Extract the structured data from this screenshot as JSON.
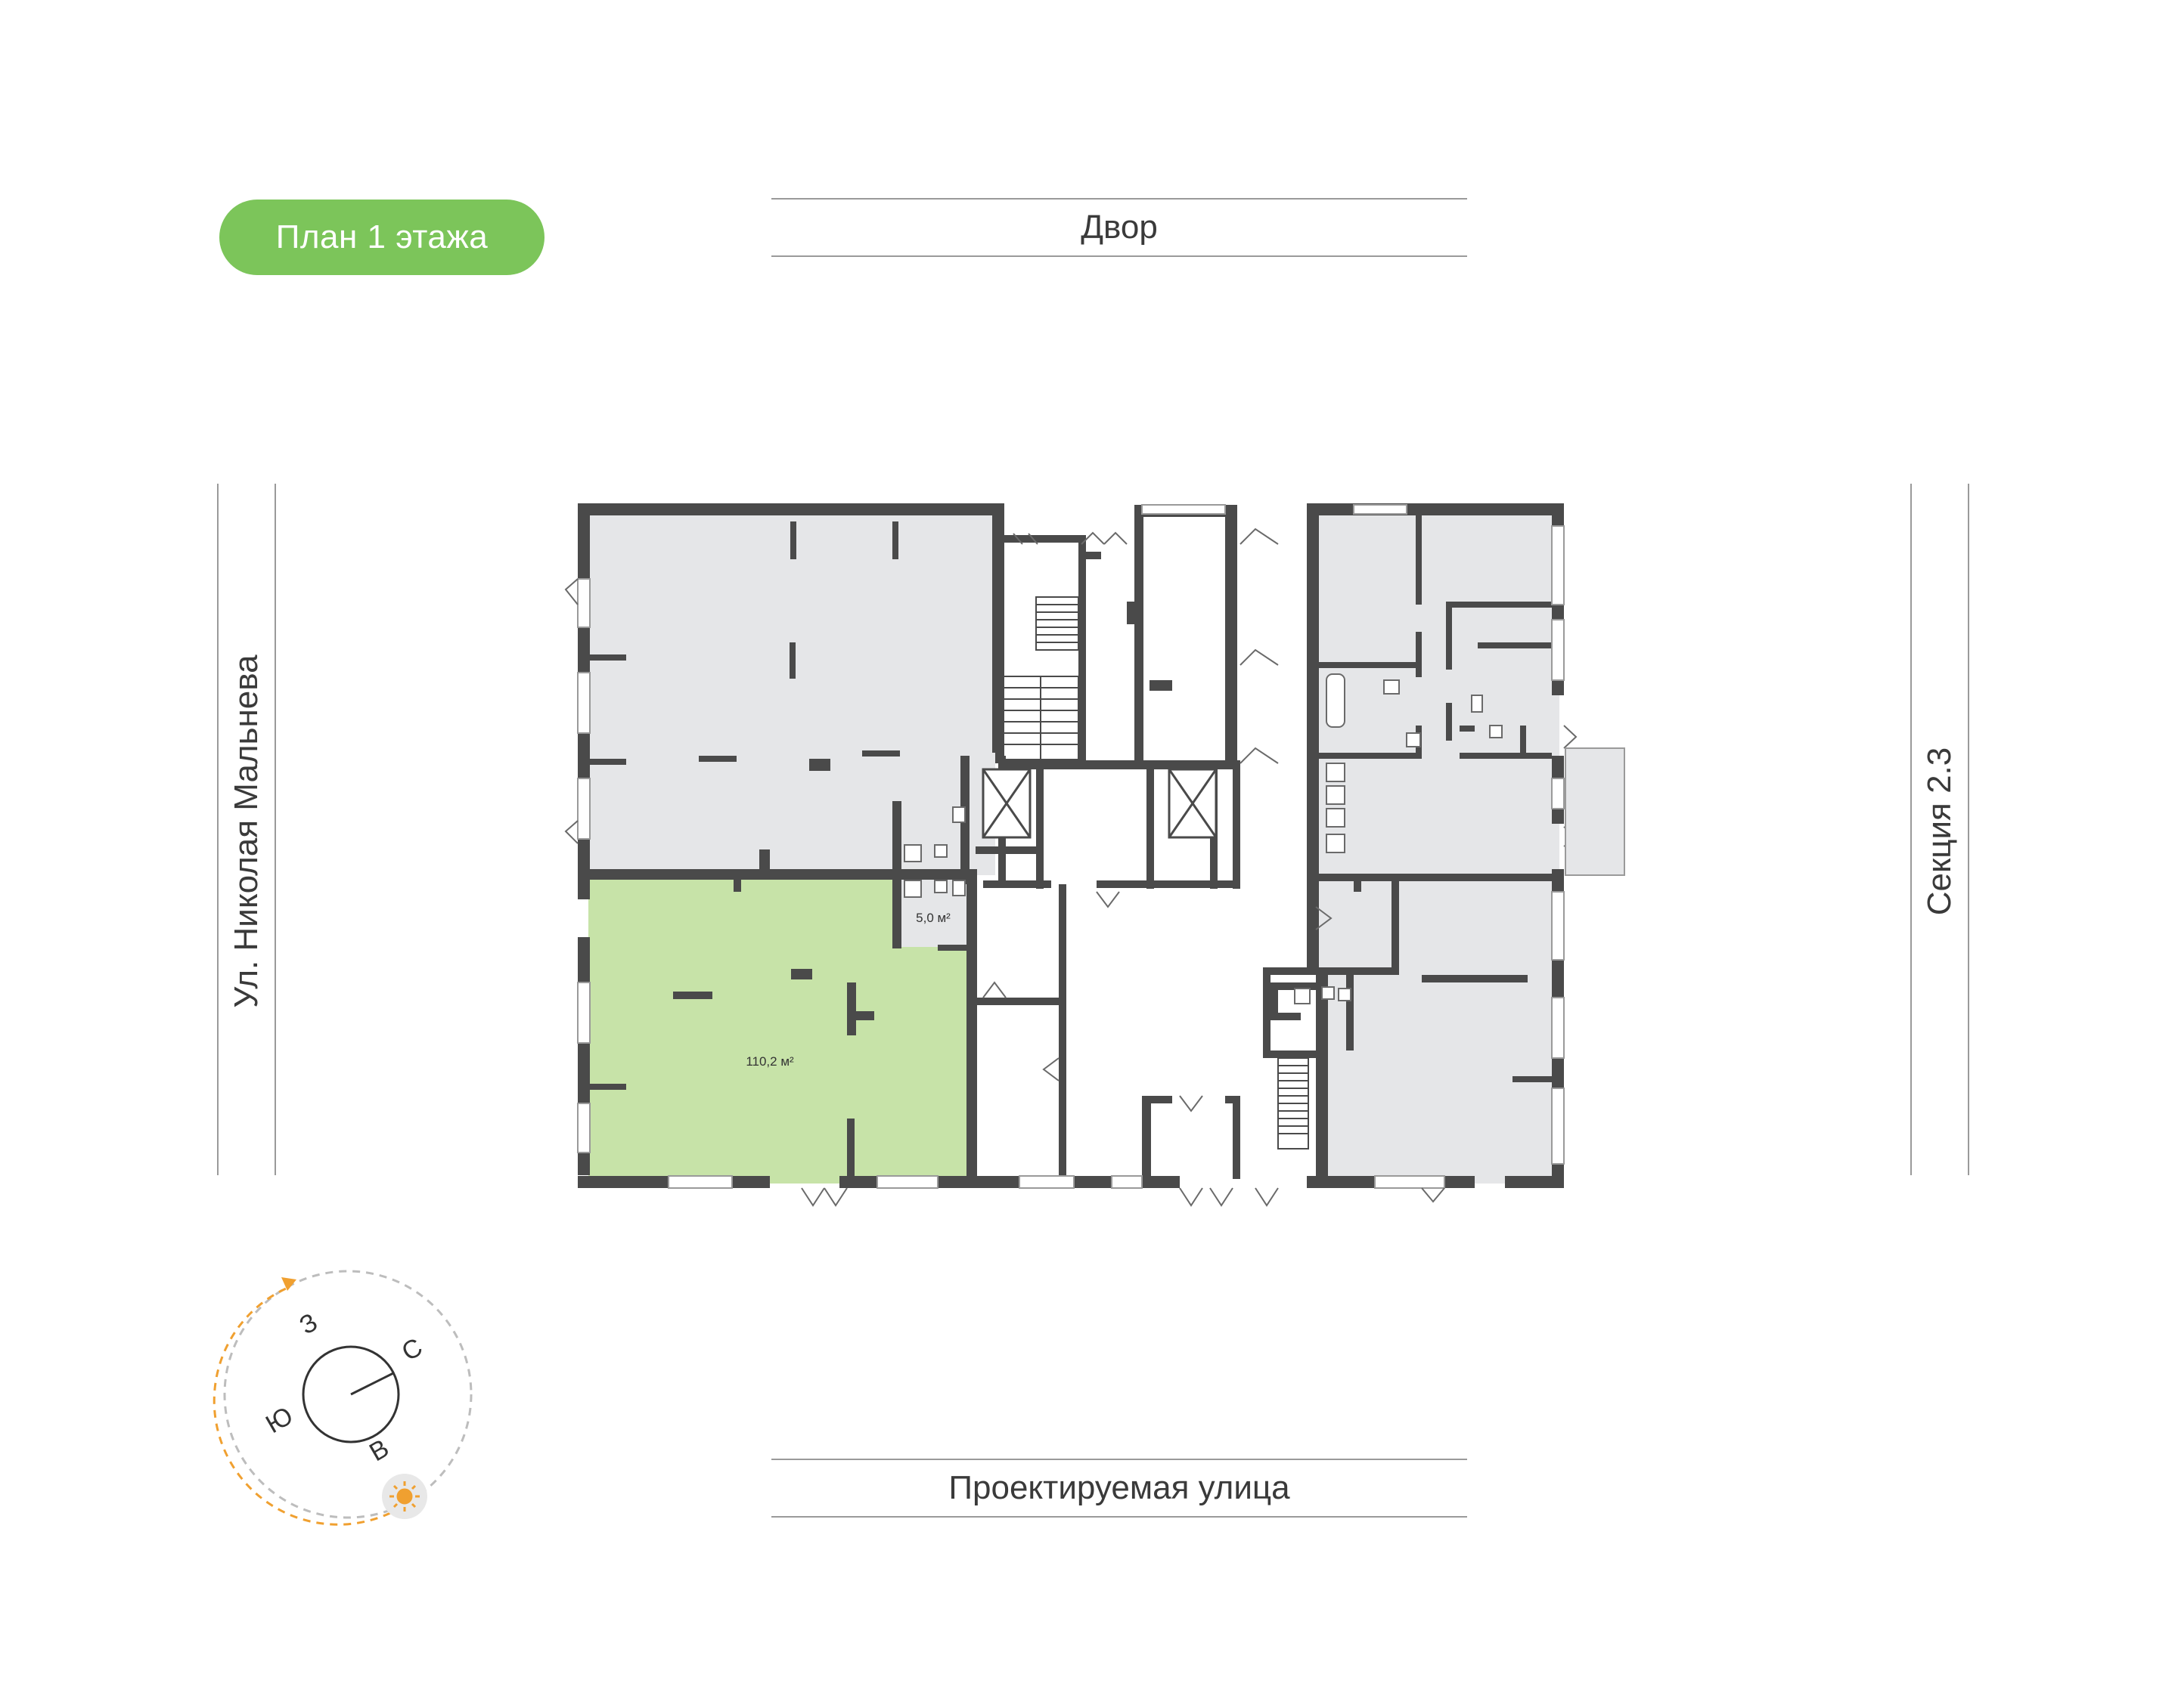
{
  "badge": {
    "label": "План 1 этажа",
    "color": "#7cc55a"
  },
  "streets": {
    "top": "Двор",
    "bottom": "Проектируемая улица",
    "left": "Ул. Николая Мальнева",
    "right": "Секция 2.3"
  },
  "units": {
    "selected_area": "110,2 м²",
    "storage_area": "5,0 м²"
  },
  "compass": {
    "north": "С",
    "south": "Ю",
    "east": "В",
    "west": "З",
    "sun_icon": "sun-icon"
  },
  "colors": {
    "wall": "#4a4a4a",
    "room_gray": "#e5e6e8",
    "room_selected": "#c7e3a8",
    "sun_path": "#f0a030"
  }
}
